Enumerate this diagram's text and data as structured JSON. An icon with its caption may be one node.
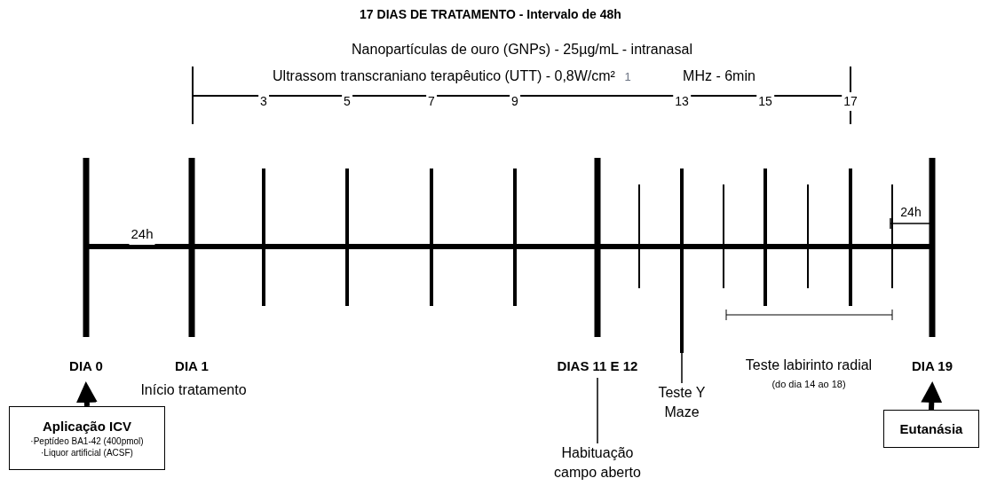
{
  "diagram": {
    "title": "17 DIAS DE TRATAMENTO - Intervalo de 48h",
    "nodes": [
      {
        "text": [
          "Aplicação ICV",
          "·Peptídeo BA1-42 (400pmol)",
          "·Liquor artificial (ACSF)"
        ]
      },
      {
        "text": [
          "DIA 0"
        ]
      },
      {
        "text": [
          "Eutanásia"
        ]
      },
      {
        "text": [
          "DIA 19"
        ]
      },
      {
        "text": [
          "DIAS 11 E 12"
        ]
      },
      {
        "text": [
          "Habituação campo aberto"
        ]
      },
      {
        "text": [],
        "shape": "bar"
      },
      {
        "text": [
          "Teste Y Maze"
        ]
      }
    ],
    "edges": [
      {
        "from": 0,
        "to": 1,
        "arrow": "to",
        "style": "thick"
      },
      {
        "from": 2,
        "to": 3,
        "arrow": "to",
        "style": "thick"
      },
      {
        "from": 5,
        "to": 4,
        "arrow": "none"
      },
      {
        "from": 7,
        "to": 6,
        "arrow": "none"
      }
    ],
    "labels": [
      "Nanopartículas de ouro (GNPs) - 25µg/mL - intranasal",
      "Ultrassom transcraniano terapêutico (UTT) - 0,8W/cm²",
      "1",
      "MHz - 6min",
      "3",
      "5",
      "7",
      "9",
      "13",
      "15",
      "17",
      "24h",
      "24h",
      "DIA 1",
      "Início tratamento",
      "Teste labirinto radial",
      "(do dia 14 ao 18)"
    ]
  }
}
